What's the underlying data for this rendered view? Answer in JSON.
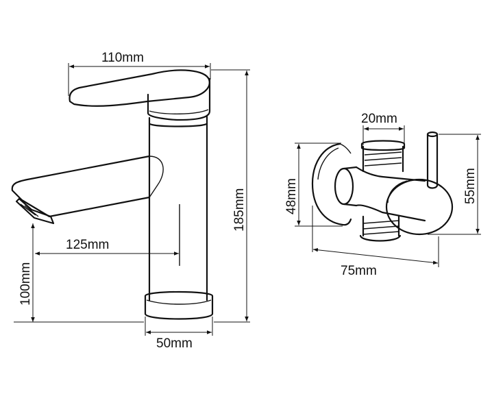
{
  "dimensions": {
    "faucet_handle_length": "110mm",
    "faucet_height": "185mm",
    "spout_reach": "125mm",
    "spout_height": "100mm",
    "base_diameter": "50mm",
    "valve_outlet": "20mm",
    "valve_height": "48mm",
    "valve_body": "55mm",
    "valve_length": "75mm"
  },
  "colors": {
    "line": "#111111",
    "background": "#ffffff"
  }
}
